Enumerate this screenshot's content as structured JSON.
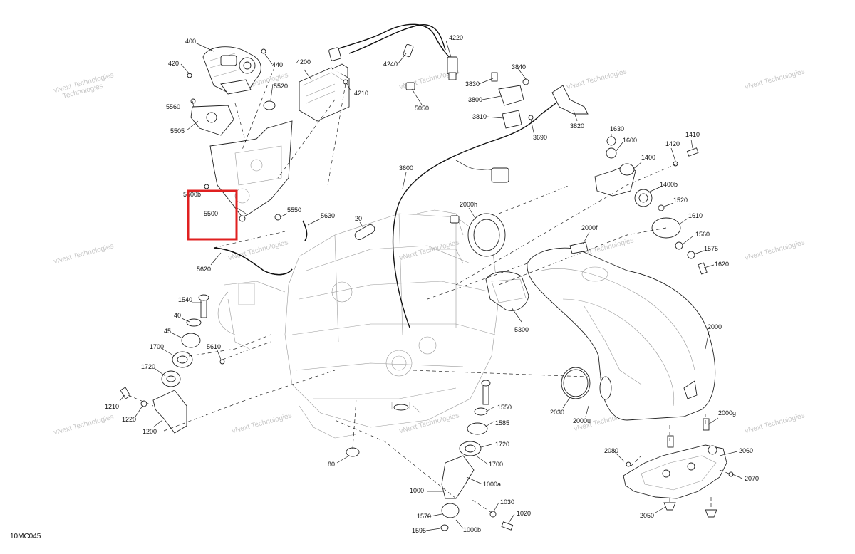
{
  "diagram_code": "10MC045",
  "watermark": "vNext Technologies",
  "highlight_color": "#e02020",
  "callouts": {
    "c400": "400",
    "c420": "420",
    "c440": "440",
    "c4200": "4200",
    "c5520": "5520",
    "c4210": "4210",
    "c4220": "4220",
    "c4240": "4240",
    "c5560": "5560",
    "c5505": "5505",
    "c5050": "5050",
    "c3840": "3840",
    "c3830": "3830",
    "c3800": "3800",
    "c3810": "3810",
    "c3690": "3690",
    "c3820": "3820",
    "c1630": "1630",
    "c1600": "1600",
    "c1410": "1410",
    "c1420": "1420",
    "c1400": "1400",
    "c1400b": "1400b",
    "c1520": "1520",
    "c1610": "1610",
    "c1560": "1560",
    "c1575": "1575",
    "c1620": "1620",
    "c3600": "3600",
    "c5500b": "5500b",
    "c5500": "5500",
    "c5550": "5550",
    "c5630": "5630",
    "c20": "20",
    "c2000h": "2000h",
    "c2000f": "2000f",
    "c5620": "5620",
    "c1540": "1540",
    "c40": "40",
    "c45": "45",
    "c5610": "5610",
    "c1700a": "1700",
    "c1720a": "1720",
    "c1210": "1210",
    "c1220": "1220",
    "c1200": "1200",
    "c5300": "5300",
    "c2000": "2000",
    "c2030": "2030",
    "c2000u": "2000u",
    "c2000g": "2000g",
    "c1550": "1550",
    "c1585": "1585",
    "c1720b": "1720",
    "c1700b": "1700",
    "c80": "80",
    "c1000a": "1000a",
    "c1000": "1000",
    "c1030": "1030",
    "c1020": "1020",
    "c1570": "1570",
    "c1000b": "1000b",
    "c1595": "1595",
    "c2080": "2080",
    "c2060": "2060",
    "c2070": "2070",
    "c2050": "2050"
  }
}
